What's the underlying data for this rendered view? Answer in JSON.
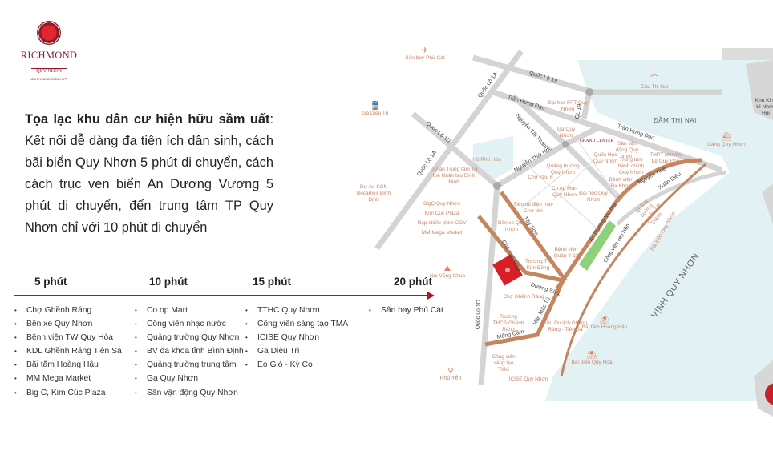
{
  "logo": {
    "name": "RICHMOND",
    "sub": "QUY NHƠN",
    "tagline": "NEW LIVING IN OCEAN CITY"
  },
  "intro": {
    "heading": "Tọa lạc khu dân cư hiện hữu sầm uất",
    "body": ": Kết nối dễ dàng đa tiên ích dân sinh, cách bãi biển Quy Nhơn 5 phút di chuyển, cách cách trục ven biển An Dương Vương 5 phút di chuyển, đến trung tâm TP Quy Nhơn chỉ với 10 phút di chuyển"
  },
  "timeline": [
    {
      "label": "5 phút",
      "items": [
        "Chợ Ghềnh Ráng",
        "Bến xe Quy Nhơn",
        "Bệnh viện TW Quy Hòa",
        "KDL Ghềnh Ráng Tiên Sa",
        "Bãi tắm Hoàng Hậu",
        "MM Mega Market",
        "Big C, Kim Cúc Plaza"
      ]
    },
    {
      "label": "10 phút",
      "items": [
        "Co.op Mart",
        "Công viên nhạc nước",
        "Quảng trường Quy Nhơn",
        "BV đa khoa tỉnh Bình Định",
        "Quảng trường trung tâm",
        "Ga Quy Nhơn",
        "Sân vận động Quy Nhơn"
      ]
    },
    {
      "label": "15 phút",
      "items": [
        "TTHC Quy Nhơn",
        "Công viên sáng tạo TMA",
        "ICISE Quy Nhơn",
        "Ga Diêu Trì",
        "Eo Gió - Kỳ Co"
      ]
    },
    {
      "label": "20 phút",
      "items": [
        "Sân bay Phù Cát"
      ]
    }
  ],
  "map": {
    "roads": [
      "Quốc Lộ 1A",
      "Quốc Lộ 1A",
      "Quốc Lộ 19",
      "Quốc Lộ 1D",
      "Quốc Lộ 1D",
      "Trần Hưng Đạo",
      "Trần Hưng Đạo",
      "Nguyễn Tất Thành",
      "Nguyễn Thái Học",
      "QL 19",
      "Tây Sơn",
      "An Dương Vương",
      "Nguyễn Huệ",
      "Xuân Diệu",
      "Chế Lan Viên",
      "Đường Số 1",
      "Hàn Mặc Tử",
      "Mộng Cầm"
    ],
    "places": [
      "Sân bay Phù Cát",
      "Ga Diêu Trì",
      "Hồ Phú Hòa",
      "Dự án Trung tâm Trí tuệ Nhân tạo Bình Định",
      "Dự Án KCN Becamex Bình Định",
      "BigC Quy Nhơn",
      "Kim Cuc Plaza",
      "Rạp chiếu phim CGV",
      "MM Mega Market",
      "Núi Vũng Chua",
      "Phú Yên",
      "Đại học FPT Quy Nhơn",
      "Ga Quy Nhơn",
      "Quảng trường Quy Nhơn",
      "Chợ Khu 6",
      "Co.op Mart Quy Nhơn",
      "Siêu thị điện máy Chợ lớn",
      "Bến xe Quy Nhơn",
      "Bệnh viện Quân Y 13",
      "Trường TH Kim Đồng",
      "Chợ Ghềnh Ráng",
      "Trường THCS Ghềnh Ráng",
      "Công viên sáng tạo TMA",
      "ICISE Quy Nhơn",
      "Khu Du lịch Ghềnh Ráng - Tiên Sa",
      "Bãi tắm Hoàng Hậu",
      "Bãi biển Quy Hòa",
      "Cầu Thị Nại",
      "Sân vận động Quy Nhơn",
      "Quốc Học Quy Nhơn",
      "Trung tâm hành chính Quy Nhơn",
      "THPT chuyên Lê Quý Đôn",
      "Bệnh viện Đa Khoa",
      "Đại học Quy Nhơn",
      "Quảng trường Nguyễn Tất Thành",
      "Công viên ven biển",
      "Bãi biển Quy Nhơn",
      "Cảng Quy Nhơn",
      "Khu Kinh tế Nhơn Hội"
    ],
    "water": [
      "ĐẦM THỊ NẠI",
      "VỊNH QUY NHƠN"
    ],
    "grand_center": "GRAND CENTER",
    "colors": {
      "road": "#d4d4d4",
      "copper": "#c6855f",
      "sea": "#e2f1f4",
      "label": "#c8876a",
      "accent": "#a11d2b",
      "site": "#d91f26",
      "park": "#8fd07c"
    }
  }
}
